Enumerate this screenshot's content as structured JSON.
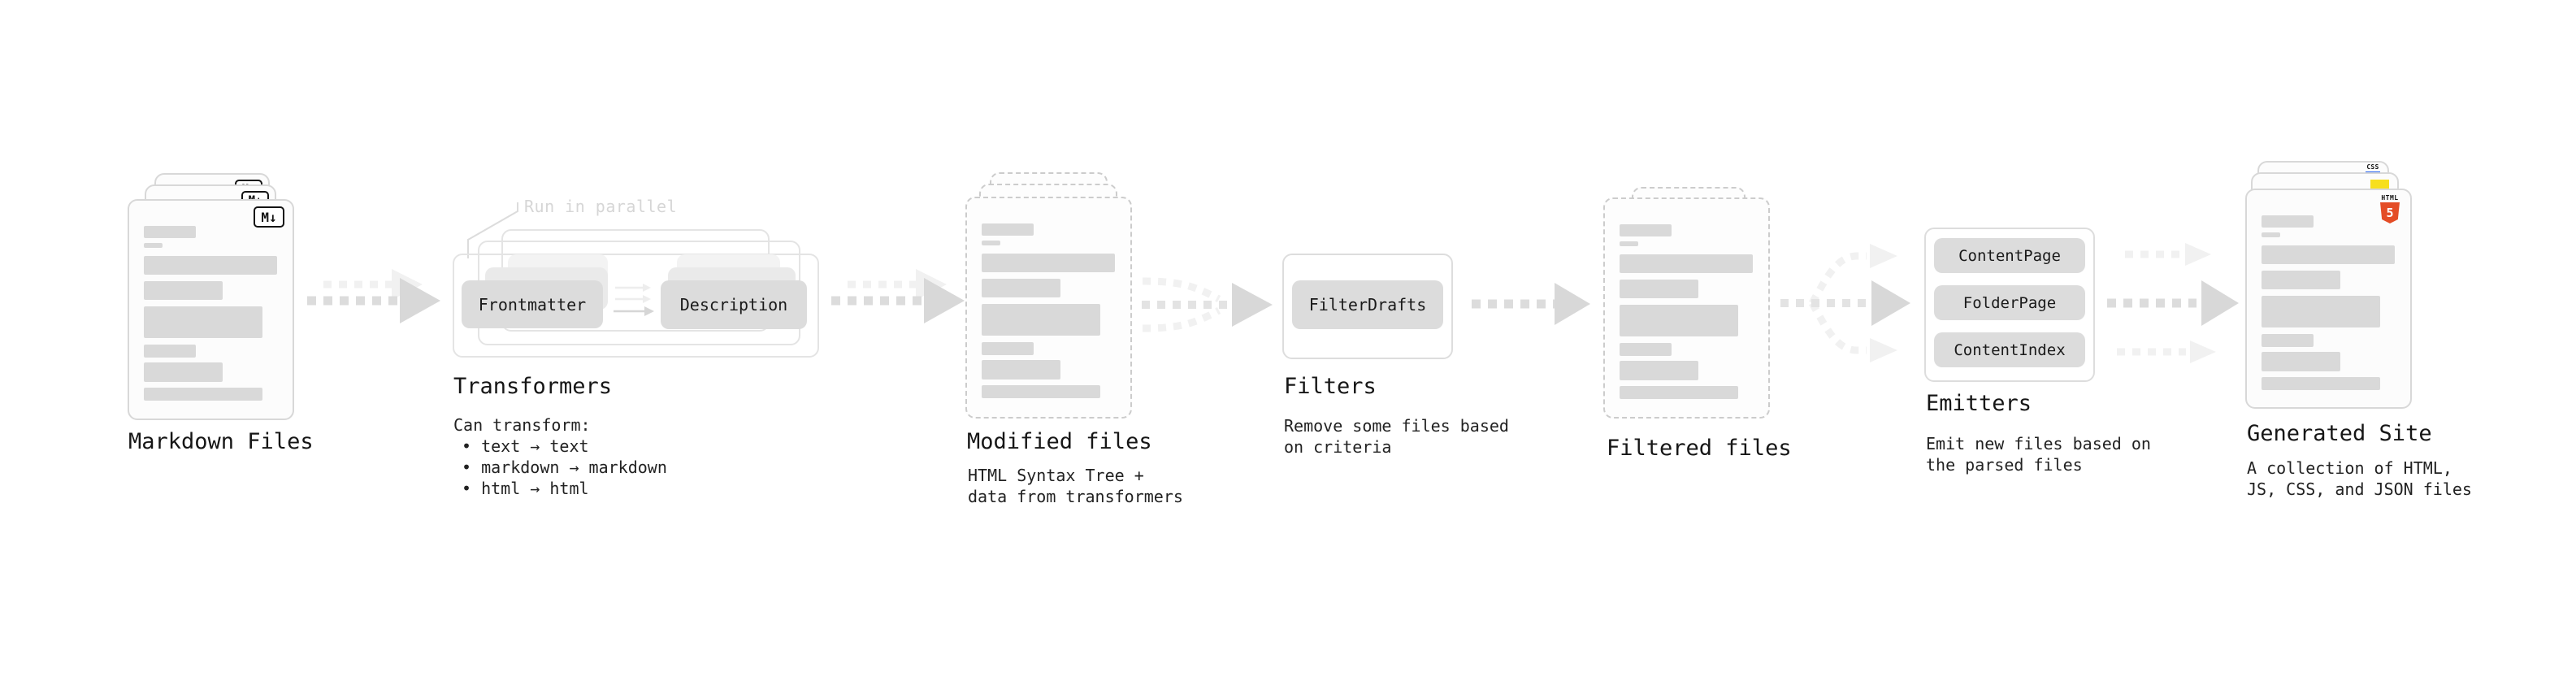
{
  "colors": {
    "html5_orange": "#e44d26",
    "js_yellow": "#f7df1e",
    "css_blue": "#2965f1"
  },
  "markdown_files": {
    "title": "Markdown Files",
    "badge": "M↓"
  },
  "transformers": {
    "title": "Transformers",
    "annotation": "Run in parallel",
    "pill_left": "Frontmatter",
    "pill_right": "Description",
    "lead": "Can transform:",
    "bullets": [
      "• text → text",
      "• markdown → markdown",
      "• html → html"
    ]
  },
  "modified_files": {
    "title": "Modified files",
    "desc_line1": "HTML Syntax Tree +",
    "desc_line2": "data from transformers"
  },
  "filters": {
    "title": "Filters",
    "pill": "FilterDrafts",
    "desc_line1": "Remove some files based",
    "desc_line2": "on criteria"
  },
  "filtered_files": {
    "title": "Filtered files"
  },
  "emitters": {
    "title": "Emitters",
    "pills": [
      "ContentPage",
      "FolderPage",
      "ContentIndex"
    ],
    "desc_line1": "Emit new files based on",
    "desc_line2": "the parsed files"
  },
  "generated_site": {
    "title": "Generated Site",
    "desc_line1": "A collection of HTML,",
    "desc_line2": "JS, CSS, and JSON files",
    "html_badge_label": "HTML",
    "html_badge_number": "5",
    "css_badge_label": "CSS"
  }
}
